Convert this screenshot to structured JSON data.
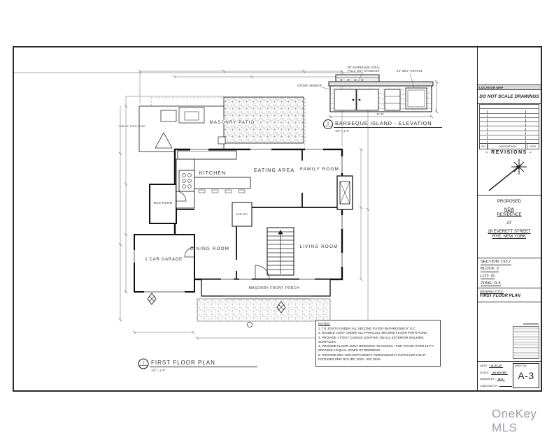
{
  "watermark": "OneKey MLS",
  "title_block": {
    "location_map_label": "LOCATION MAP",
    "do_not_scale": "DO NOT SCALE DRAWINGS",
    "revisions": {
      "no": "NO.",
      "description": "DESCRIPTION",
      "date": "DATE",
      "title": "- REVISIONS -"
    },
    "project": {
      "line1": "PROPOSED",
      "line2": "NEW",
      "line3": "RESIDENCE",
      "line4": "AT",
      "line5": "28 EVERETT STREET",
      "line6": "RYE, NEW YORK"
    },
    "lot_info": {
      "section": "SECTION: 153.7",
      "block": "BLOCK: 2",
      "lot": "LOT: 76",
      "zone": "ZONE: R-5"
    },
    "drawing_title_label": "DRAWING TITLE:",
    "drawing_title": "FIRST FLOOR PLAN",
    "stamp": {
      "date_label": "DATE :",
      "date": "01-21-23",
      "scale_label": "SCALE :",
      "scale": "AS NOTED",
      "drawn_label": "DRAWN BY :",
      "drawn": "M.S.",
      "checked_label": "CHECKED BY :",
      "sheet_label": "SHEET No",
      "sheet": "A-3"
    }
  },
  "bbq_elevation": {
    "number": "2",
    "title": "BARBEQUE ISLAND - ELEVATION",
    "scale": "1/2\" = 1'-0\"",
    "labels": {
      "grill1": "36\" BARBEQUE GRILL",
      "grill2": "PULL OUT GARBAGE",
      "refrig": "24\" BEV. REFRIG.",
      "stone": "STONE VENEER",
      "width": "9'-6\""
    }
  },
  "plan": {
    "number": "1",
    "title": "FIRST FLOOR PLAN",
    "scale": "1/4\" = 1'-0\"",
    "roof_label": "LINE OF ROOF OVER",
    "rooms": {
      "patio": "MASONRY PATIO",
      "kitchen": "KITCHEN",
      "eating": "EATING AREA",
      "family": "FAMILY ROOM",
      "mud": "MUD ROOM",
      "pantry": "PANTRY",
      "dining": "DINING ROOM",
      "living": "LIVING ROOM",
      "garage": "1 CAR GARAGE",
      "porch": "MASONRY FRONT PORCH"
    }
  },
  "notes": {
    "title": "NOTES:",
    "items": [
      "1. TJI JOISTS UNDER ALL SECOND FLOOR BATHROOMS 9\" O.C.",
      "2. DOUBLE JOIST UNDER ALL PARALLEL SECOND FLOOR PARTITIONS",
      "3. PROVIDE 1 FOOT CANDLE LIGHTING ON ALL EXTERIOR WALKING SURFACES.",
      "4. PROVIDE FLOOR JOIST BRIDGING \"DIAGONAL\" FOR SPANS OVER 16 FT. PROVIDE 2 EQUAL ROWS OF BRIDGING.",
      "5. PROVIDE 90% HIGH EFFICIENCY PERMANENTLY INSTALLED LIGHT FIXTURES PER NYS IRC 2020 - IRC 303A."
    ]
  }
}
